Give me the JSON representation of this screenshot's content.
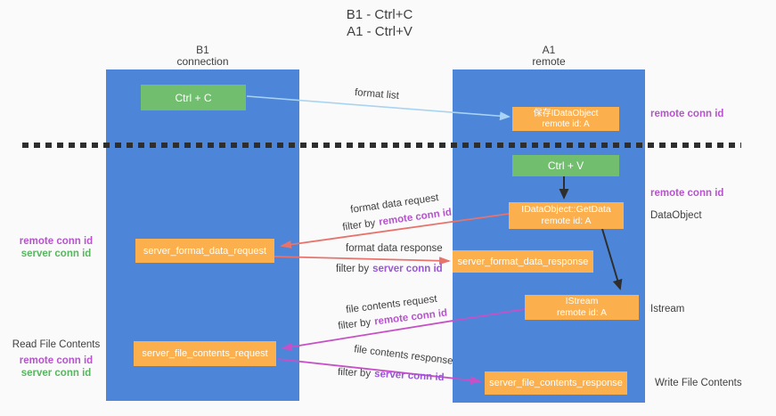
{
  "title": {
    "line1": "B1 - Ctrl+C",
    "line2": "A1 - Ctrl+V"
  },
  "lanes": {
    "left": {
      "title": "B1",
      "subtitle": "connection"
    },
    "right": {
      "title": "A1",
      "subtitle": "remote"
    }
  },
  "boxes": {
    "ctrl_c": {
      "label": "Ctrl + C"
    },
    "save_idataobject": {
      "line1": "保存IDataObject",
      "line2": "remote id: A"
    },
    "ctrl_v": {
      "label": "Ctrl + V"
    },
    "getdata": {
      "line1": "IDataObject::GetData",
      "line2": "remote id: A"
    },
    "format_request": {
      "label": "server_format_data_request"
    },
    "format_response": {
      "label": "server_format_data_response"
    },
    "istream": {
      "line1": "IStream",
      "line2": "remote id: A"
    },
    "file_request": {
      "label": "server_file_contents_request"
    },
    "file_response": {
      "label": "server_file_contents_response"
    }
  },
  "flow_labels": {
    "format_list": "format list",
    "format_data_request": "format data request",
    "format_filter_request": {
      "prefix": "filter by",
      "value": "remote conn id"
    },
    "format_data_response": "format data response",
    "format_filter_response": {
      "prefix": "filter by",
      "value": "server conn id"
    },
    "file_contents_request": "file contents request",
    "file_filter_request": {
      "prefix": "filter by",
      "value": "remote conn id"
    },
    "file_contents_response": "file contents response",
    "file_filter_response": {
      "prefix": "filter by",
      "value": "server conn id"
    }
  },
  "side_labels": {
    "right_top_remote": "remote conn id",
    "right_mid_remote": "remote conn id",
    "dataobject": "DataObject",
    "istream": "Istream",
    "write_file": "Write File Contents",
    "left_format_remote": "remote conn id",
    "left_format_server": "server conn id",
    "read_file": "Read File Contents",
    "left_file_remote": "remote conn id",
    "left_file_server": "server conn id"
  },
  "colors": {
    "background": "#fafafa",
    "lane_blue": "#4d86d8",
    "box_green": "#71bf6e",
    "box_orange": "#fbb04d",
    "arrow_red": "#e8736c",
    "arrow_magenta": "#c750c7",
    "arrow_light_blue": "#a9d3f2",
    "arrow_black": "#2e2e2e",
    "label_remote_purple": "#b653cd",
    "label_server_purple": "#9a55d8",
    "label_green": "#56b55e",
    "text_dark": "#3f3f3f"
  }
}
